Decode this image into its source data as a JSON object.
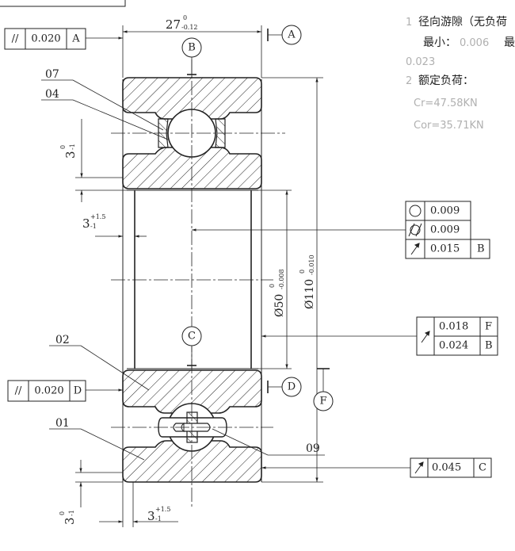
{
  "notes": {
    "n1_num": "1",
    "n1_text": "径向游隙（无负荷",
    "n1_min_label": "最小：",
    "n1_min_value": "0.006",
    "n1_max_label": "最",
    "n1_max_value": "0.023",
    "n2_num": "2",
    "n2_text": "额定负荷：",
    "cr": "Cr=47.58KN",
    "cor": "Cor=35.71KN"
  },
  "dims": {
    "width_main": "27",
    "width_up": "0",
    "width_low": "-0.12",
    "bore_main": "Ø50",
    "bore_up": "0",
    "bore_low": "-0.008",
    "od_main": "Ø110",
    "od_up": "0",
    "od_low": "-0.010",
    "chamfer_main": "3",
    "chamfer_up": "0",
    "chamfer_low": "-1",
    "chamfer2_main": "3",
    "chamfer2_up": "+1.5",
    "chamfer2_low": "-1"
  },
  "datums": {
    "a": "A",
    "b": "B",
    "c": "C",
    "d": "D",
    "f": "F"
  },
  "parts": {
    "p07": "07",
    "p04": "04",
    "p02": "02",
    "p01": "01",
    "p09": "09"
  },
  "fcf": {
    "top_sym": "//",
    "top_val": "0.020",
    "top_ref": "A",
    "mid_sym": "//",
    "mid_val": "0.020",
    "mid_ref": "D",
    "roundness_val": "0.009",
    "cyl_val": "0.009",
    "runout_val": "0.015",
    "runout_ref": "B",
    "f_val1": "0.018",
    "f_ref1": "F",
    "f_val2": "0.024",
    "f_ref2": "B",
    "c_val": "0.045",
    "c_ref": "C"
  }
}
